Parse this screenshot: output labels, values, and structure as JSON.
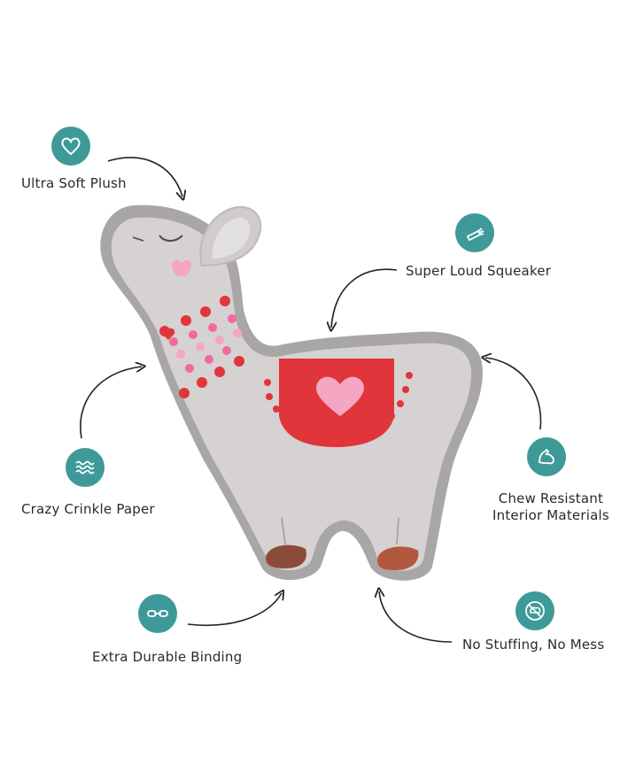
{
  "colors": {
    "accent_teal": "#3e9a99",
    "plush_gray": "#d3d0cf",
    "binding_gray": "#a9a7a6",
    "blanket_red": "#e0353b",
    "heart_pink": "#f08bb0",
    "hoof_brown": "#8a4b3a"
  },
  "features": [
    {
      "icon": "heart-icon",
      "label": "Ultra Soft Plush"
    },
    {
      "icon": "squeaker-icon",
      "label": "Super Loud Squeaker"
    },
    {
      "icon": "waves-icon",
      "label": "Crazy Crinkle Paper"
    },
    {
      "icon": "flexed-arm-icon",
      "label_line1": "Chew Resistant",
      "label_line2": "Interior Materials"
    },
    {
      "icon": "chain-link-icon",
      "label": "Extra Durable Binding"
    },
    {
      "icon": "no-stuffing-icon",
      "label": "No Stuffing, No Mess"
    }
  ]
}
